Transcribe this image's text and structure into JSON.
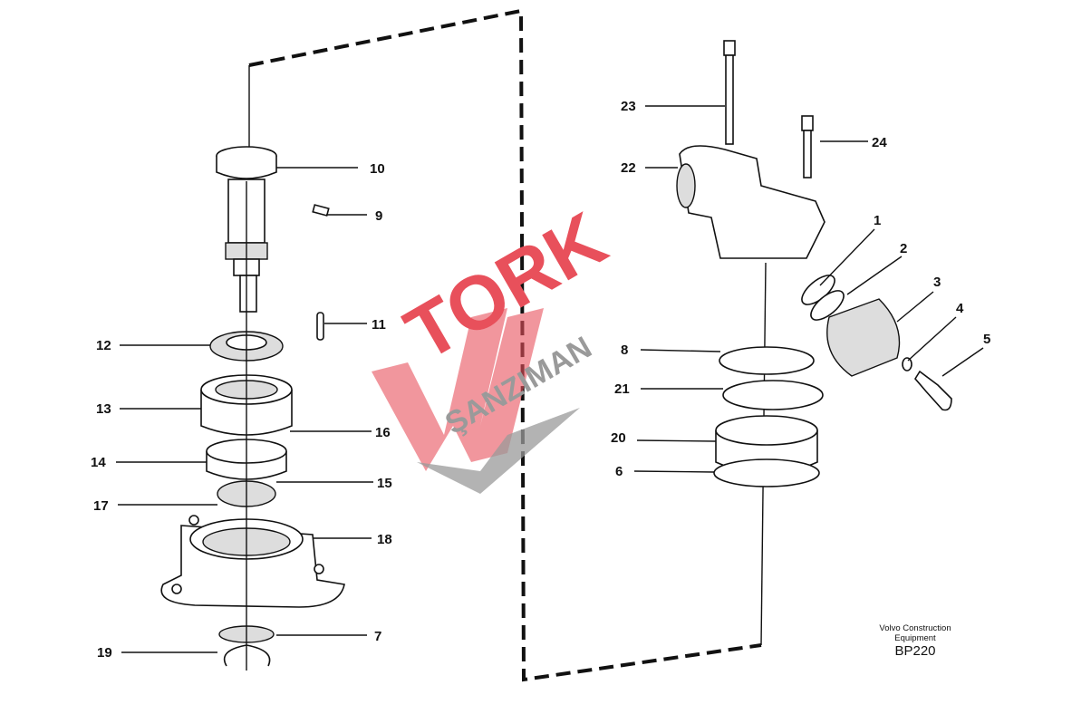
{
  "diagram": {
    "callouts_left": [
      "10",
      "9",
      "11",
      "12",
      "13",
      "16",
      "14",
      "15",
      "17",
      "18",
      "7",
      "19"
    ],
    "callouts_right": [
      "23",
      "24",
      "22",
      "1",
      "2",
      "3",
      "4",
      "5",
      "8",
      "21",
      "20",
      "6"
    ],
    "footer": {
      "line1": "Volvo Construction",
      "line2": "Equipment",
      "code": "BP220"
    },
    "watermark": {
      "word1": "TORK",
      "word2": "ŞANZIMAN",
      "colors": {
        "red": "#e8505b",
        "grey": "#9a9a9a"
      }
    }
  }
}
